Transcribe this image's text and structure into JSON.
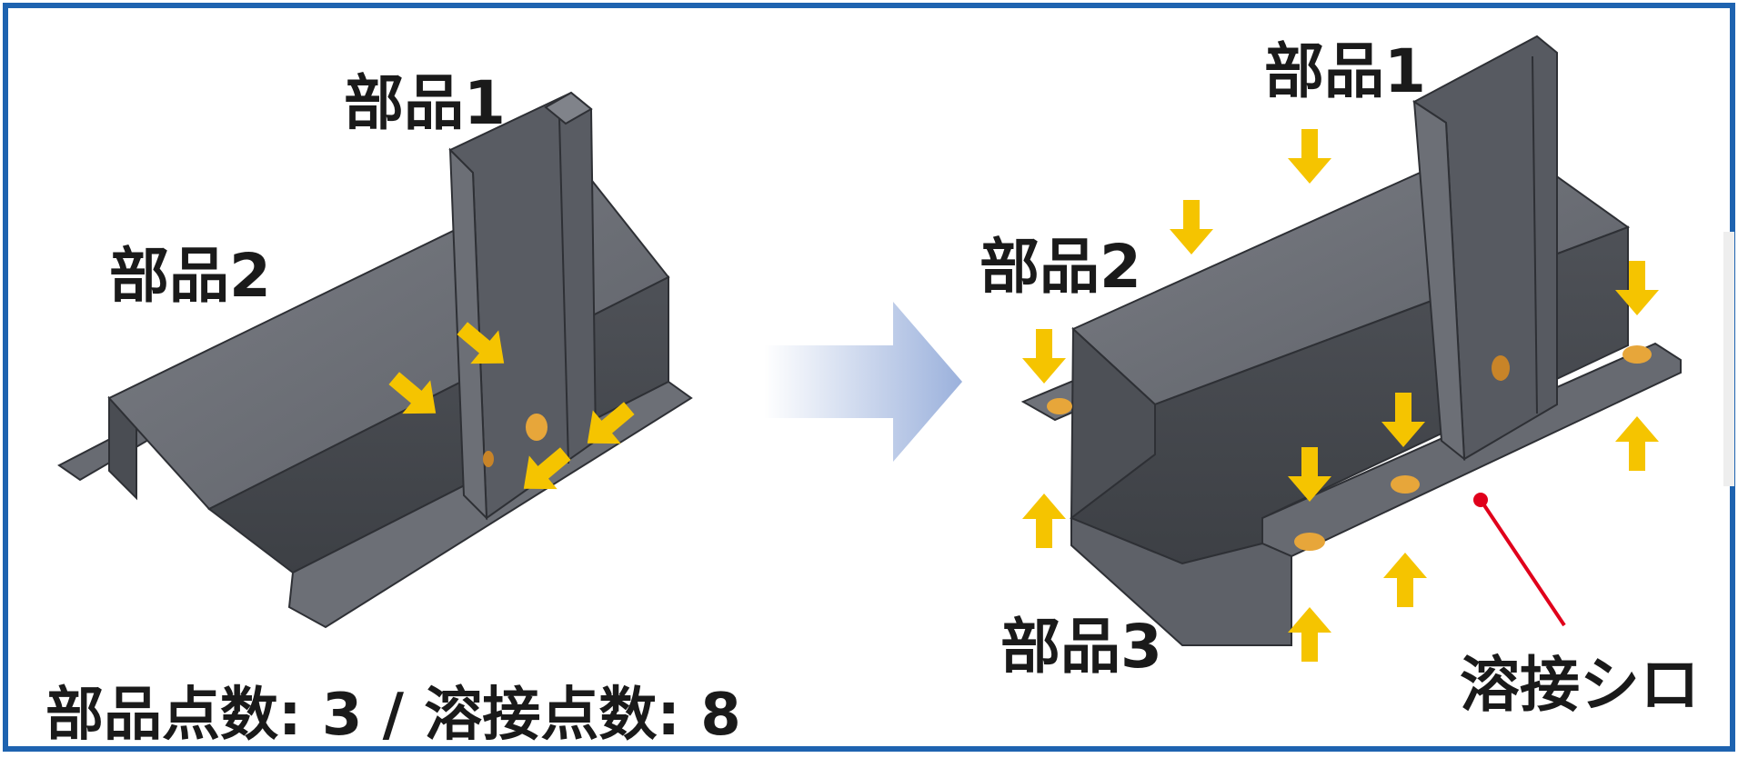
{
  "left_figure": {
    "part1_label": "部品1",
    "part2_label": "部品2"
  },
  "right_figure": {
    "part1_label": "部品1",
    "part2_label": "部品2",
    "part3_label": "部品3",
    "weld_label": "溶接シロ"
  },
  "summary": "部品点数: 3 / 溶接点数: 8",
  "colors": {
    "border": "#1e63b0",
    "steel": "#5b5e65",
    "arrow": "#f5c400",
    "weld_spot": "#e7a63a",
    "leader": "#e0001b",
    "transition_arrow": "#9bb1dc"
  },
  "icons": {
    "transition": "right-arrow-icon",
    "force": "force-arrow-icon",
    "weld": "weld-spot-icon"
  }
}
